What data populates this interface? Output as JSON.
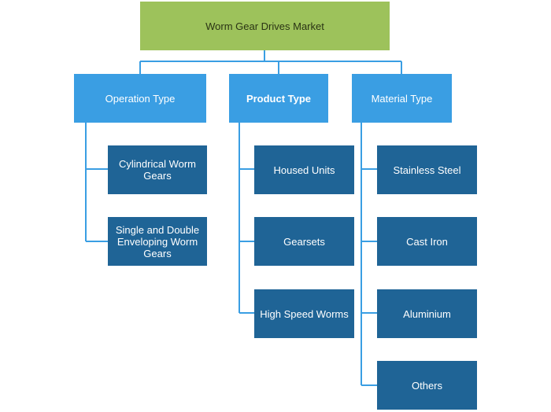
{
  "root": {
    "label": "Worm Gear Drives Market"
  },
  "categories": [
    {
      "label": "Operation Type",
      "items": [
        "Cylindrical Worm Gears",
        "Single and Double Enveloping Worm Gears"
      ]
    },
    {
      "label": "Product Type",
      "items": [
        "Housed Units",
        "Gearsets",
        "High Speed Worms"
      ]
    },
    {
      "label": "Material Type",
      "items": [
        "Stainless Steel",
        "Cast Iron",
        "Aluminium",
        "Others"
      ]
    }
  ],
  "colors": {
    "root_fill": "#9dc25b",
    "category_fill": "#3a9ee3",
    "leaf_fill": "#1f6496",
    "connector": "#3a9ee3"
  }
}
